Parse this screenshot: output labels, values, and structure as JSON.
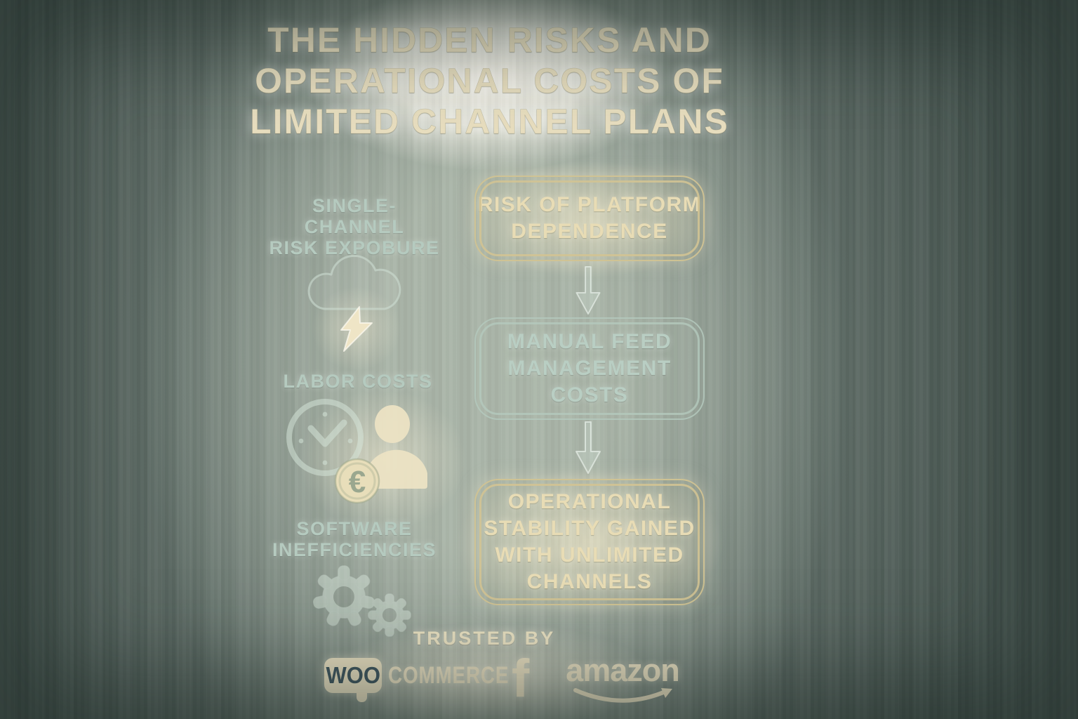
{
  "title": {
    "lines": [
      "THE HIDDEN RISKS AND",
      "OPERATIONAL COSTS OF",
      "LIMITED CHANNEL PLANS"
    ]
  },
  "left_column": {
    "items": [
      {
        "id": "single-channel-risk",
        "lines": [
          "SINGLE-CHANNEL",
          "RISK EXPOBURE"
        ],
        "icon": "storm-cloud-lightning-icon"
      },
      {
        "id": "labor-costs",
        "lines": [
          "LABOR COSTS"
        ],
        "icon": "clock-person-euro-icon",
        "coin_symbol": "€"
      },
      {
        "id": "software-inefficiencies",
        "lines": [
          "SOFTWARE",
          "INEFFICIENCIES"
        ],
        "icon": "gears-icon"
      }
    ]
  },
  "flowchart": {
    "connector": "down-arrow",
    "steps": [
      {
        "theme": "cream",
        "lines": [
          "RISK OF PLATFORM",
          "DEPENDENCE"
        ]
      },
      {
        "theme": "seafoam",
        "lines": [
          "MANUAL FEED",
          "MANAGEMENT",
          "COSTS"
        ]
      },
      {
        "theme": "cream",
        "lines": [
          "OPERATIONAL",
          "STABILITY GAINED",
          "WITH UNLIMITED",
          "CHANNELS"
        ]
      }
    ]
  },
  "footer": {
    "heading": "TRUSTED BY",
    "logos": [
      {
        "name": "WooCommerce",
        "bubble_text": "WOO",
        "suffix_text": "COMMERCE"
      },
      {
        "name": "Facebook",
        "glyph": "f"
      },
      {
        "name": "Amazon",
        "text": "amazon"
      }
    ]
  },
  "colors": {
    "background_dark": "#42504b",
    "background_sage": "#a9b4a7",
    "glow_white": "#f7f3e4",
    "cream_text": "#e9dfc0",
    "cream_border": "#d1c394",
    "seafoam_text": "#b7ccc1",
    "woo_teal": "#40565f"
  }
}
